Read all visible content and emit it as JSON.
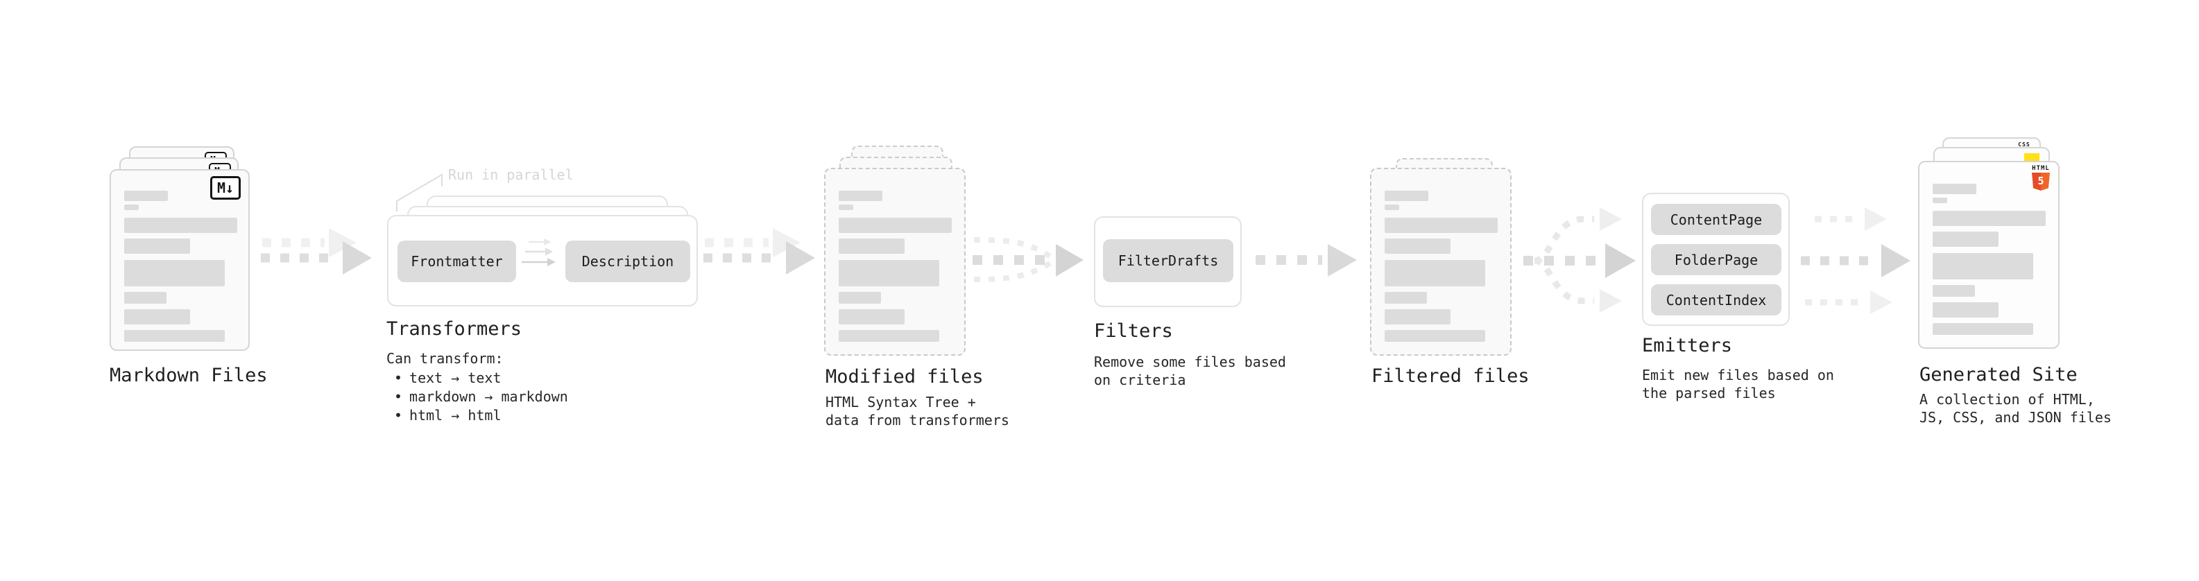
{
  "annotation": {
    "run_in_parallel": "Run in parallel"
  },
  "stages": {
    "markdown_files": {
      "label": "Markdown Files",
      "badge": "M↓"
    },
    "transformers": {
      "label": "Transformers",
      "pill_left": "Frontmatter",
      "pill_right": "Description",
      "note_title": "Can transform:",
      "bullet": "•",
      "bullets": [
        "text → text",
        "markdown → markdown",
        "html → html"
      ]
    },
    "modified_files": {
      "label": "Modified files",
      "description_lines": [
        "HTML Syntax Tree +",
        "data from transformers"
      ]
    },
    "filters": {
      "label": "Filters",
      "pill": "FilterDrafts",
      "description_lines": [
        "Remove some files based",
        "on criteria"
      ]
    },
    "filtered_files": {
      "label": "Filtered files"
    },
    "emitters": {
      "label": "Emitters",
      "pills": [
        "ContentPage",
        "FolderPage",
        "ContentIndex"
      ],
      "description_lines": [
        "Emit new files based on",
        "the parsed files"
      ]
    },
    "generated_site": {
      "label": "Generated Site",
      "description_lines": [
        "A collection of HTML,",
        "JS, CSS, and JSON files"
      ],
      "badges": {
        "html_label": "HTML",
        "html_number": "5",
        "css_label": "CSS"
      }
    }
  },
  "colors": {
    "html5_orange_dark": "#e44d26",
    "html5_orange_light": "#f16529",
    "js_yellow": "#ffe01a",
    "css_blue": "#2f6bf0",
    "pill_gray": "#dcdcdc",
    "arrow_gray": "#dedede",
    "annotation_gray": "#d6d6d6"
  }
}
